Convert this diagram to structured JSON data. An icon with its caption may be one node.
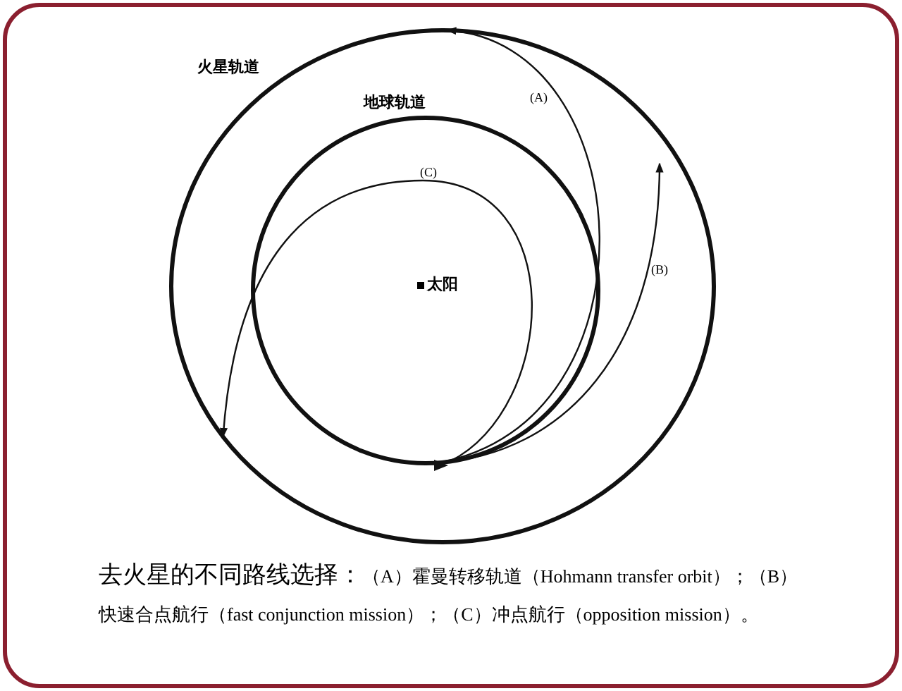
{
  "diagram": {
    "nodes": [
      {
        "text": [
          "火星轨道"
        ]
      },
      {
        "text": [
          "地球轨道"
        ],
        "in": 0
      },
      {
        "text": [
          "太阳"
        ],
        "in": 1
      }
    ],
    "edges": [
      {
        "from": 1,
        "to": 0,
        "arrow": "to",
        "label": "(A)"
      },
      {
        "from": 1,
        "to": null,
        "arrow": "to",
        "label": "(B)"
      },
      {
        "from": 1,
        "to": 0,
        "arrow": "to",
        "label": "(C)"
      }
    ],
    "labels": [
      "去火星的不同路线选择：",
      "（A）霍曼转移轨道（Hohmann transfer orbit）；（B）快速合点航行（fast conjunction mission）；（C）冲点航行（opposition mission）。"
    ]
  }
}
